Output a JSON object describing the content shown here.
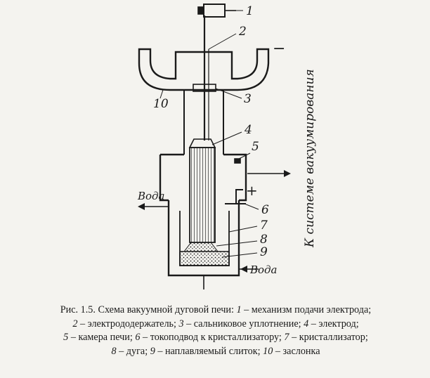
{
  "colors": {
    "ink": "#1a1a1a",
    "paper": "#f4f3ef"
  },
  "diagram": {
    "callouts": [
      {
        "n": "1"
      },
      {
        "n": "2"
      },
      {
        "n": "3"
      },
      {
        "n": "4"
      },
      {
        "n": "5"
      },
      {
        "n": "6"
      },
      {
        "n": "7"
      },
      {
        "n": "8"
      },
      {
        "n": "9"
      },
      {
        "n": "10"
      }
    ],
    "minus_sign": "−",
    "plus_sign": "+",
    "water_out": "Вода",
    "water_in": "Вода",
    "vacuum_label": "К системе вакуумирования"
  },
  "caption": {
    "prefix": "Рис. 1.5. Схема вакуумной дуговой печи: ",
    "items": [
      {
        "num": "1",
        "text": " – механизм подачи электрода;"
      },
      {
        "num": "2",
        "text": " – электрододержатель; "
      },
      {
        "num": "3",
        "text": " – сальниковое уплотнение; "
      },
      {
        "num": "4",
        "text": " – электрод;"
      },
      {
        "num": "5",
        "text": " – камера печи; "
      },
      {
        "num": "6",
        "text": " – токоподвод к кристаллизатору; "
      },
      {
        "num": "7",
        "text": " – кристаллизатор;"
      },
      {
        "num": "8",
        "text": " – дуга; "
      },
      {
        "num": "9",
        "text": " – наплавляемый слиток; "
      },
      {
        "num": "10",
        "text": " – заслонка"
      }
    ]
  }
}
